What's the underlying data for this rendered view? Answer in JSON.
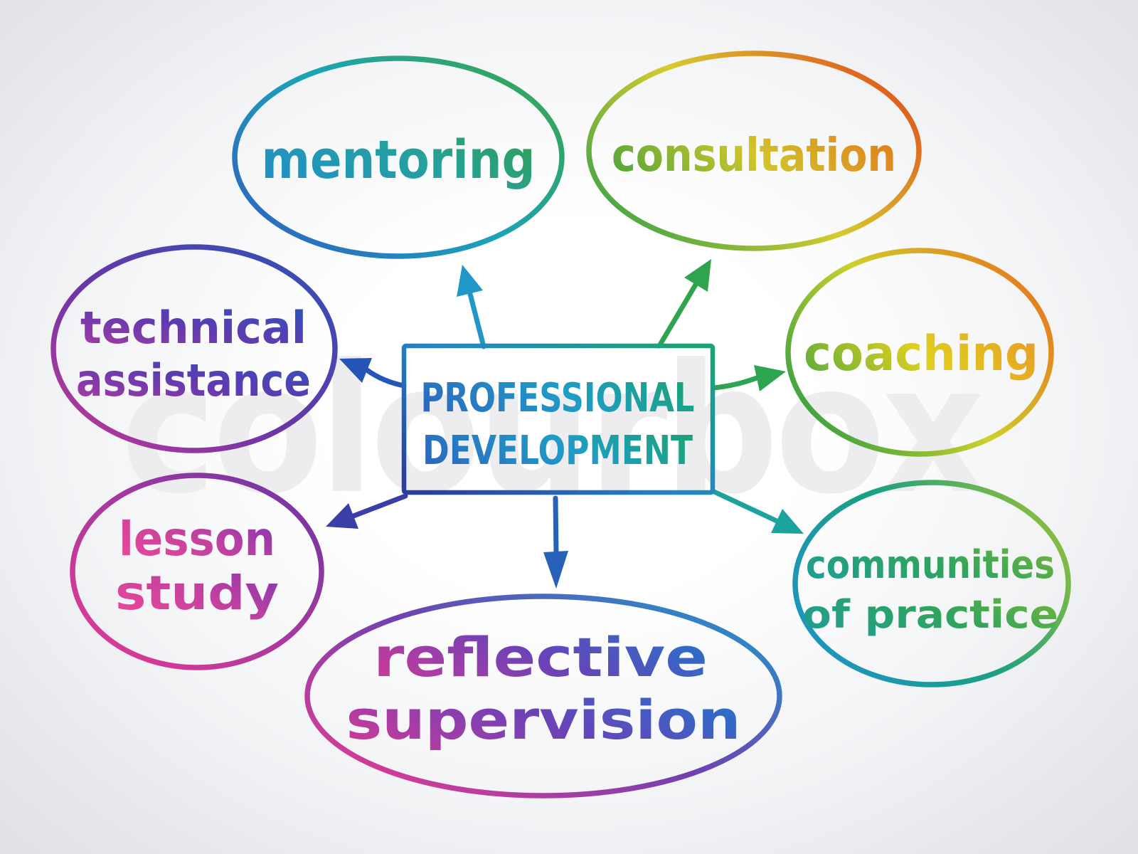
{
  "title": "Professional development mind map",
  "watermark": "colourbox",
  "center": {
    "label_line1": "PROFESSIONAL",
    "label_line2": "DEVELOPMENT"
  },
  "nodes": [
    {
      "id": "mentoring",
      "label": "mentoring"
    },
    {
      "id": "consultation",
      "label": "consultation"
    },
    {
      "id": "technical-assistance",
      "label_line1": "technical",
      "label_line2": "assistance"
    },
    {
      "id": "coaching",
      "label": "coaching"
    },
    {
      "id": "lesson-study",
      "label_line1": "lesson",
      "label_line2": "study"
    },
    {
      "id": "communities-of-practice",
      "label_line1": "communities",
      "label_line2": "of practice"
    },
    {
      "id": "reflective-supervision",
      "label_line1": "reflective",
      "label_line2": "supervision"
    }
  ],
  "colors": {
    "background_center": "#ffffff",
    "background_edge": "#dfe1e6",
    "watermark": "#ededf0",
    "center_box": {
      "ring_start": "#2a3f9f",
      "ring_mid": "#2386c8",
      "ring_end": "#1ba375",
      "text_start": "#2b6abf",
      "text_mid": "#1f9cc8",
      "text_end": "#1aa37c"
    },
    "mentoring": {
      "ring_start": "#3064be",
      "ring_mid": "#1aa3bb",
      "ring_end": "#38a64d",
      "text_start": "#2090c8",
      "text_mid": "#25a0a0",
      "text_end": "#2fa05c",
      "arrow": "#2196c8"
    },
    "consultation": {
      "ring_start": "#3ba447",
      "ring_mid": "#d8cb2d",
      "ring_end": "#e0521d",
      "text_start": "#5aa83a",
      "text_mid": "#d0c52a",
      "text_end": "#e0821f",
      "arrow": "#2fa44e"
    },
    "technical_assistance": {
      "ring_start": "#c43a97",
      "ring_mid": "#6a35a8",
      "ring_end": "#2a55b8",
      "text_start": "#b13aa0",
      "text_mid": "#5f3ab0",
      "text_end": "#2a55c0",
      "arrow": "#2456b8"
    },
    "coaching": {
      "ring_start": "#2f9e42",
      "ring_mid": "#cdd02a",
      "ring_end": "#e8751e",
      "text_start": "#6ab03a",
      "text_mid": "#e0cf1f",
      "text_end": "#e8a023",
      "arrow": "#2ca450"
    },
    "lesson_study": {
      "ring_start": "#e83b92",
      "ring_mid": "#a238a0",
      "ring_end": "#6c35a4",
      "text_start": "#e8489a",
      "text_mid": "#c2409f",
      "text_end": "#8a38b0",
      "arrow": "#3a3fa8"
    },
    "communities_of_practice": {
      "ring_start": "#1f93c4",
      "ring_mid": "#19a083",
      "ring_end": "#8fbe3a",
      "text_start": "#1f9e92",
      "text_mid": "#2fa45c",
      "text_end": "#6ab33f",
      "arrow": "#1da39e"
    },
    "reflective_supervision": {
      "ring_start": "#e83b92",
      "ring_mid": "#7040b0",
      "ring_end": "#2296cc",
      "text_start": "#c43a9b",
      "text_mid": "#6a42b8",
      "text_end": "#2a6fc8",
      "arrow": "#2862b8"
    }
  }
}
